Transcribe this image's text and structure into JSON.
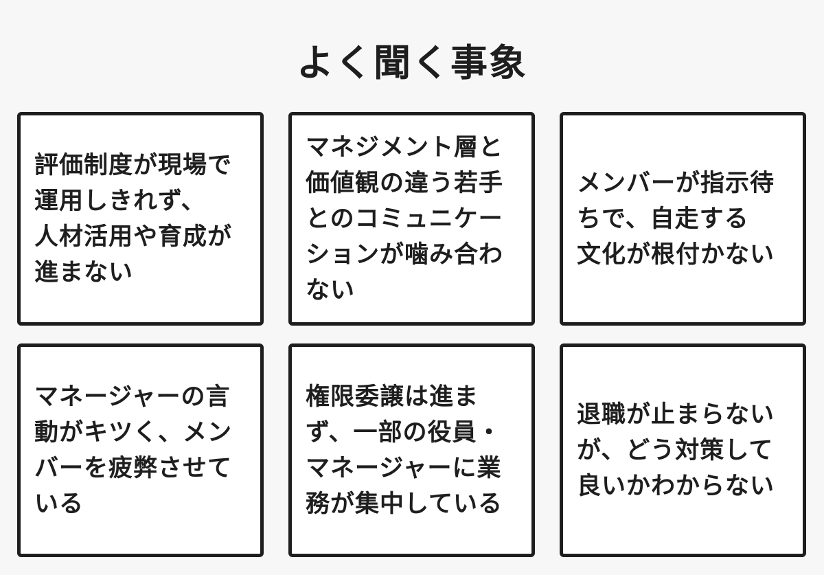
{
  "title": "よく聞く事象",
  "cards": [
    {
      "text": "評価制度が現場で\n運用しきれず、\n人材活用や育成が\n進まない"
    },
    {
      "text": "マネジメント層と\n価値観の違う若手\nとのコミュニケー\nションが噛み合わ\nない"
    },
    {
      "text": "メンバーが指示待\nちで、自走する\n文化が根付かない"
    },
    {
      "text": "マネージャーの言\n動がキツく、メン\nバーを疲弊させて\nいる"
    },
    {
      "text": "権限委譲は進ま\nず、一部の役員・\nマネージャーに業\n務が集中している"
    },
    {
      "text": "退職が止まらない\nが、どう対策して\n良いかわからない"
    }
  ]
}
